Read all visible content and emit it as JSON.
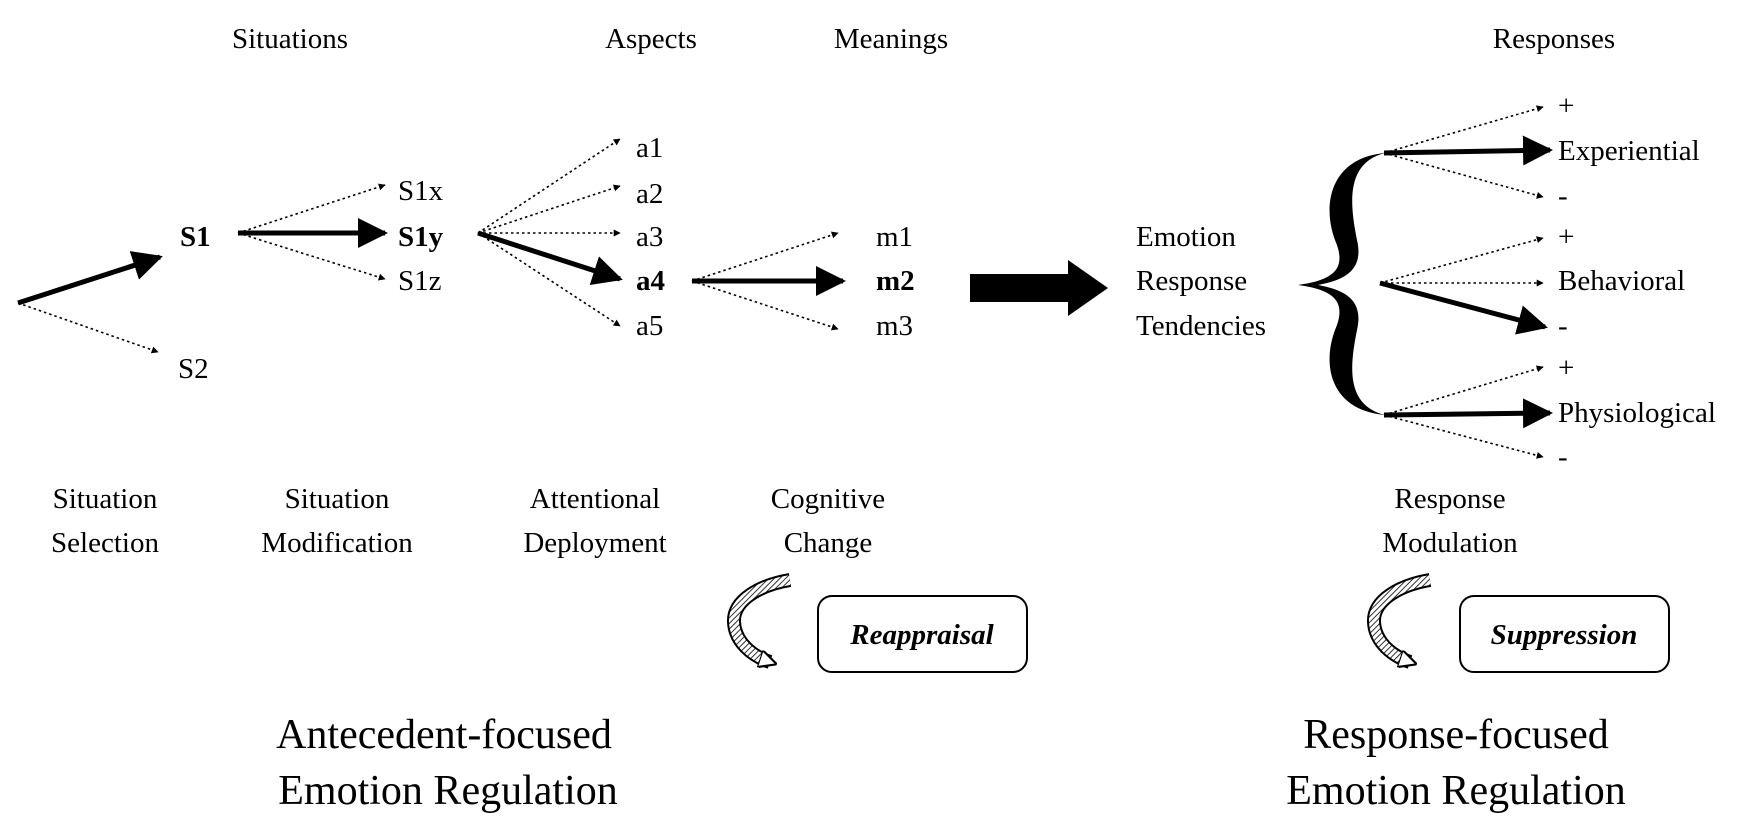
{
  "headers": {
    "situations": "Situations",
    "aspects": "Aspects",
    "meanings": "Meanings",
    "responses": "Responses"
  },
  "nodes": {
    "s1": "S1",
    "s2": "S2",
    "s1x": "S1x",
    "s1y": "S1y",
    "s1z": "S1z",
    "a1": "a1",
    "a2": "a2",
    "a3": "a3",
    "a4": "a4",
    "a5": "a5",
    "m1": "m1",
    "m2": "m2",
    "m3": "m3"
  },
  "tendencies": {
    "line1": "Emotion",
    "line2": "Response",
    "line3": "Tendencies"
  },
  "response_types": {
    "experiential": "Experiential",
    "behavioral": "Behavioral",
    "physiological": "Physiological"
  },
  "signs": {
    "plus": "+",
    "minus": "-"
  },
  "stages": {
    "selection": [
      "Situation",
      "Selection"
    ],
    "modification": [
      "Situation",
      "Modification"
    ],
    "attentional": [
      "Attentional",
      "Deployment"
    ],
    "cognitive": [
      "Cognitive",
      "Change"
    ],
    "modulation": [
      "Response",
      "Modulation"
    ]
  },
  "strategies": {
    "reappraisal": "Reappraisal",
    "suppression": "Suppression"
  },
  "groups": {
    "antecedent": [
      "Antecedent-focused",
      "Emotion Regulation"
    ],
    "response": [
      "Response-focused",
      "Emotion Regulation"
    ]
  }
}
